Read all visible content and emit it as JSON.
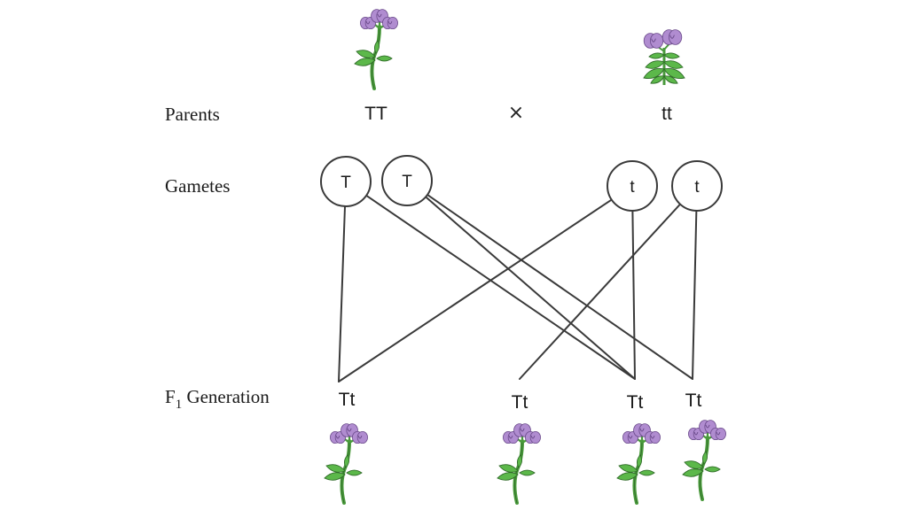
{
  "labels": {
    "parents": "Parents",
    "gametes": "Gametes",
    "f1_letter": "F",
    "f1_subscript": "1",
    "f1_rest": " Generation"
  },
  "parents": {
    "left_genotype": "TT",
    "cross_symbol": "×",
    "right_genotype": "tt",
    "left_plant": "tall-pea-plant-icon",
    "right_plant": "short-pea-plant-icon"
  },
  "gametes": [
    {
      "id": "g1",
      "allele": "T"
    },
    {
      "id": "g2",
      "allele": "T"
    },
    {
      "id": "g3",
      "allele": "t"
    },
    {
      "id": "g4",
      "allele": "t"
    }
  ],
  "offspring": [
    {
      "id": "o1",
      "genotype": "Tt",
      "plant": "tall-pea-plant-icon"
    },
    {
      "id": "o2",
      "genotype": "Tt",
      "plant": "tall-pea-plant-icon"
    },
    {
      "id": "o3",
      "genotype": "Tt",
      "plant": "tall-pea-plant-icon"
    },
    {
      "id": "o4",
      "genotype": "Tt",
      "plant": "tall-pea-plant-icon"
    }
  ],
  "connections": [
    {
      "from": "g1",
      "to": "o1"
    },
    {
      "from": "g1",
      "to": "o3"
    },
    {
      "from": "g2",
      "to": "o3"
    },
    {
      "from": "g2",
      "to": "o4"
    },
    {
      "from": "g3",
      "to": "o1"
    },
    {
      "from": "g3",
      "to": "o3"
    },
    {
      "from": "g4",
      "to": "o2"
    },
    {
      "from": "g4",
      "to": "o4"
    }
  ],
  "colors": {
    "line": "#3a3a3a",
    "petal": "#b08cd0",
    "petal_dark": "#6a4a8a",
    "leaf": "#5cb84a",
    "stem": "#4a9a3c"
  }
}
